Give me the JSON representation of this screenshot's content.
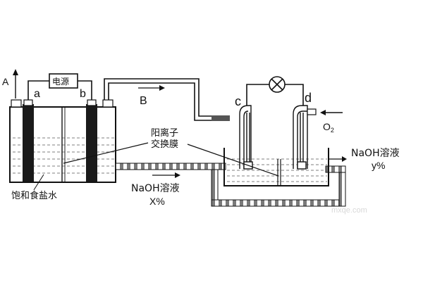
{
  "labels": {
    "arrow_A": "A",
    "electrode_a": "a",
    "electrode_b": "b",
    "power_source": "电源",
    "arrow_B": "B",
    "electrode_c": "c",
    "electrode_d": "d",
    "oxygen": "O",
    "oxygen_sub": "2",
    "membrane_line1": "阳离子",
    "membrane_line2": "交换膜",
    "brine": "饱和食盐水",
    "naoh_in_line1": "NaOH溶液",
    "naoh_in_line2": "X%",
    "naoh_out_line1": "NaOH溶液",
    "naoh_out_line2": "y%",
    "watermark": "mxqe.com"
  },
  "icons": [
    "lamp-icon",
    "arrow-up-icon",
    "arrow-right-icon",
    "arrow-left-icon"
  ]
}
